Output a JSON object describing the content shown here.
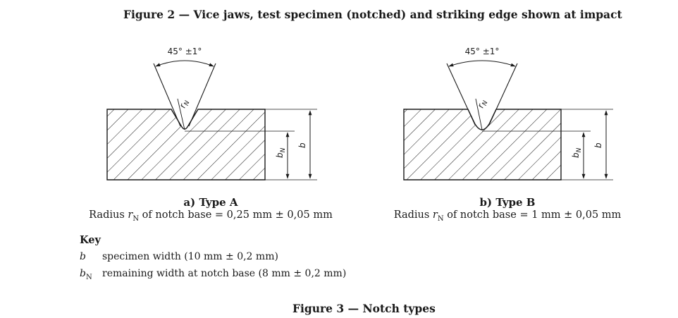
{
  "figure2_title": "Figure 2 — Vice jaws, test specimen (notched) and striking edge shown at impact",
  "diagram_a": {
    "angle_label": "45° ±1°",
    "radius_symbol": "r",
    "radius_subscript": "N",
    "bn_symbol": "b",
    "bn_subscript": "N",
    "b_symbol": "b",
    "subtitle": "a) Type A",
    "caption_pre": "Radius ",
    "caption_symbol": "r",
    "caption_subscript": "N",
    "caption_post": " of notch base = 0,25 mm ± 0,05 mm"
  },
  "diagram_b": {
    "angle_label": "45° ±1°",
    "radius_symbol": "r",
    "radius_subscript": "N",
    "bn_symbol": "b",
    "bn_subscript": "N",
    "b_symbol": "b",
    "subtitle": "b) Type B",
    "caption_pre": "Radius ",
    "caption_symbol": "r",
    "caption_subscript": "N",
    "caption_post": " of notch base = 1 mm ± 0,05 mm"
  },
  "key": {
    "heading": "Key",
    "items": [
      {
        "symbol": "b",
        "subscript": "",
        "description": "specimen width (10 mm ± 0,2 mm)"
      },
      {
        "symbol": "b",
        "subscript": "N",
        "description": "remaining width at notch base (8 mm ± 0,2 mm)"
      }
    ]
  },
  "figure3_title": "Figure 3 — Notch types"
}
